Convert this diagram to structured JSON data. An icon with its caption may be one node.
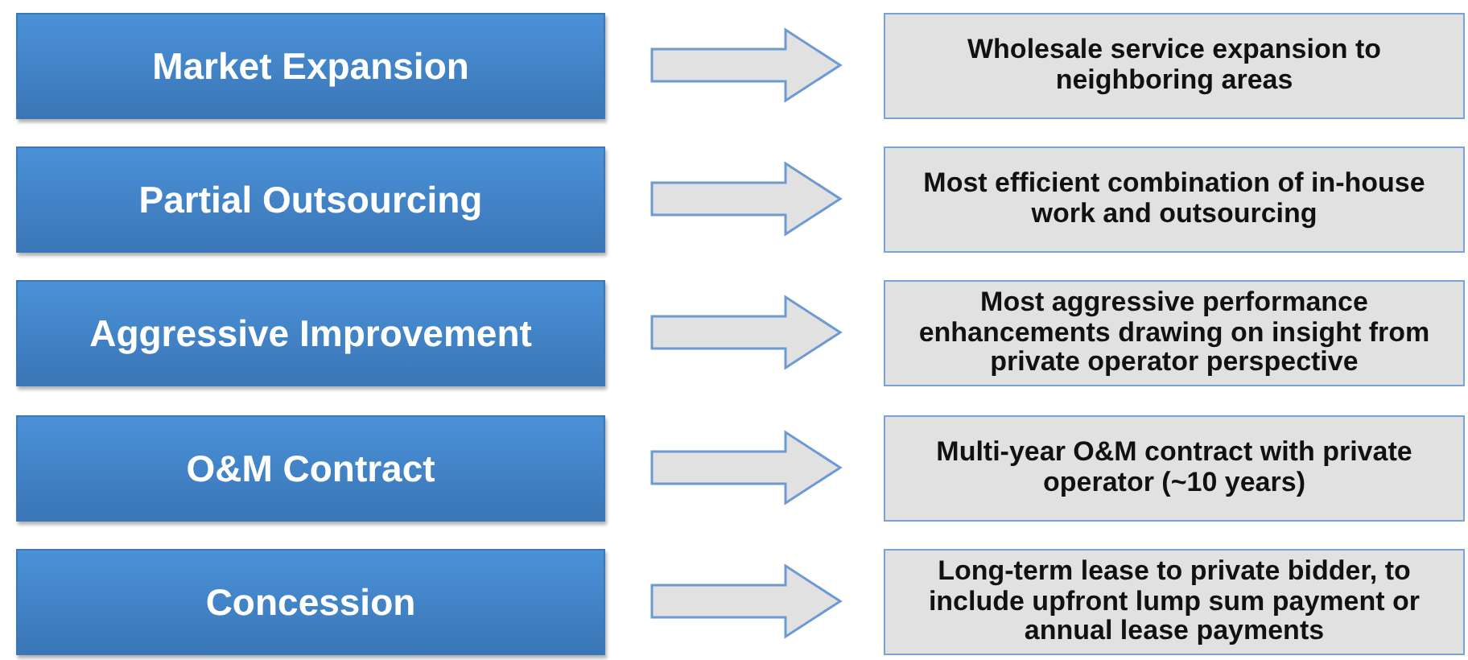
{
  "diagram": {
    "nodes": [
      {
        "text": [
          "Market Expansion"
        ]
      },
      {
        "text": [
          "Wholesale service expansion to neighboring areas"
        ]
      },
      {
        "text": [
          "Partial Outsourcing"
        ]
      },
      {
        "text": [
          "Most efficient combination of in-house work and outsourcing"
        ]
      },
      {
        "text": [
          "Aggressive Improvement"
        ]
      },
      {
        "text": [
          "Most aggressive performance enhancements drawing on insight from private operator perspective"
        ]
      },
      {
        "text": [
          "O&M Contract"
        ]
      },
      {
        "text": [
          "Multi-year O&M contract with private operator (~10 years)"
        ]
      },
      {
        "text": [
          "Concession"
        ]
      },
      {
        "text": [
          "Long-term lease to private bidder, to include upfront lump sum payment or annual lease payments"
        ]
      }
    ],
    "edges": [
      {
        "from": 0,
        "to": 1,
        "arrow": "to"
      },
      {
        "from": 2,
        "to": 3,
        "arrow": "to"
      },
      {
        "from": 4,
        "to": 5,
        "arrow": "to"
      },
      {
        "from": 6,
        "to": 7,
        "arrow": "to"
      },
      {
        "from": 8,
        "to": 9,
        "arrow": "to"
      }
    ]
  }
}
